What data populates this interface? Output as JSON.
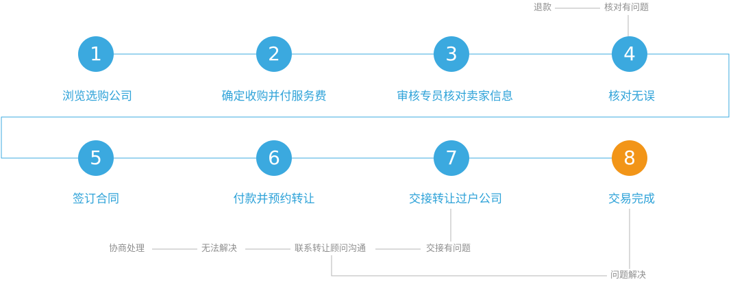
{
  "steps": [
    {
      "number": "1",
      "label": "浏览选购公司",
      "color": "#3ba9df"
    },
    {
      "number": "2",
      "label": "确定收购并付服务费",
      "color": "#3ba9df"
    },
    {
      "number": "3",
      "label": "审核专员核对卖家信息",
      "color": "#3ba9df"
    },
    {
      "number": "4",
      "label": "核对无误",
      "color": "#3ba9df"
    },
    {
      "number": "5",
      "label": "签订合同",
      "color": "#3ba9df"
    },
    {
      "number": "6",
      "label": "付款并预约转让",
      "color": "#3ba9df"
    },
    {
      "number": "7",
      "label": "交接转让过户公司",
      "color": "#3ba9df"
    },
    {
      "number": "8",
      "label": "交易完成",
      "color": "#f29518"
    }
  ],
  "notes": {
    "refund": "退款",
    "verify_issue": "核对有问题",
    "negotiate": "协商处理",
    "unresolvable": "无法解决",
    "contact_advisor": "联系转让顾问沟通",
    "handover_issue": "交接有问题",
    "issue_resolved": "问题解决"
  },
  "colors": {
    "main_line": "#3ba9df",
    "branch_line": "#b5b5b5",
    "label": "#2ea2d8",
    "note": "#8f8f8f"
  }
}
